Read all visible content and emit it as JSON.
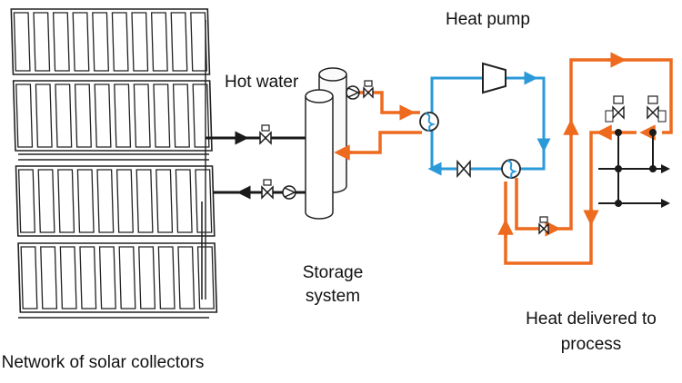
{
  "labels": {
    "heat_pump": "Heat pump",
    "hot_water": "Hot water",
    "storage_line1": "Storage",
    "storage_line2": "system",
    "heat_delivered_line1": "Heat delivered to",
    "heat_delivered_line2": "process",
    "collectors": "Network of solar collectors"
  },
  "colors": {
    "line_black": "#1a1a1a",
    "line_orange": "#ee6a1f",
    "line_blue": "#2b9ad8",
    "panel_stroke": "#222222"
  },
  "icons": {
    "pump": "pump-icon",
    "valve": "valve-icon",
    "heat_exchanger": "heat-exchanger-icon",
    "compressor": "compressor-icon",
    "expansion_valve": "expansion-valve-icon"
  }
}
